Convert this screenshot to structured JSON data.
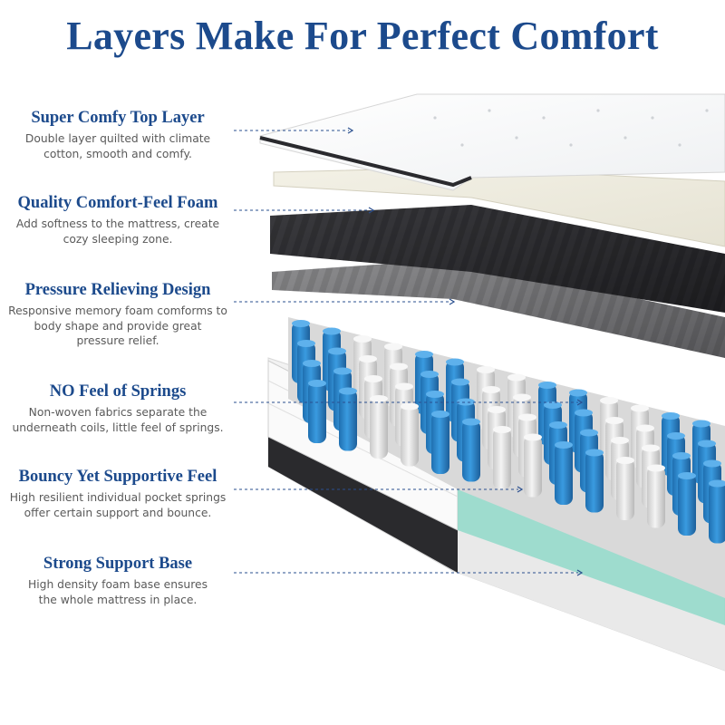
{
  "page": {
    "title": "Layers Make For Perfect Comfort"
  },
  "colors": {
    "title": "#1c4a8c",
    "description": "#5a5a5a",
    "pointer_line": "#2a4f8f",
    "spring_blue": "#2d8fd6",
    "spring_white": "#e8e8e8",
    "foam_dark": "#2b2b2e",
    "comfort_gel": "#8fd8c8"
  },
  "features": [
    {
      "title": "Super Comfy Top Layer",
      "description_lines": [
        "Double layer quilted with climate",
        "cotton, smooth and comfy."
      ]
    },
    {
      "title": "Quality Comfort-Feel Foam",
      "description_lines": [
        "Add softness to the mattress, create",
        "cozy sleeping zone."
      ]
    },
    {
      "title": "Pressure Relieving Design",
      "description_lines": [
        "Responsive memory foam comforms to",
        "body shape and provide great",
        "pressure relief."
      ]
    },
    {
      "title": "NO Feel of Springs",
      "description_lines": [
        "Non-woven fabrics separate the",
        "underneath coils, little feel of springs."
      ]
    },
    {
      "title": "Bouncy Yet Supportive Feel",
      "description_lines": [
        "High resilient individual pocket springs",
        "offer certain support and bounce."
      ]
    },
    {
      "title": "Strong Support Base",
      "description_lines": [
        "High density foam base ensures",
        "the whole mattress in place."
      ]
    }
  ]
}
